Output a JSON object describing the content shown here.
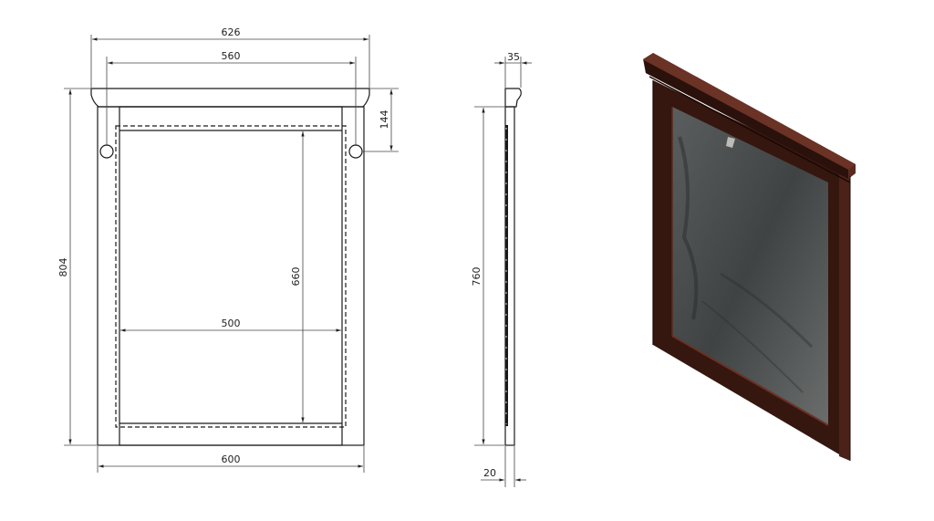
{
  "front_view": {
    "overall_width": "626",
    "hanger_spacing": "560",
    "overall_height": "804",
    "hanger_offset_from_top": "144",
    "glass_height": "660",
    "glass_width": "500",
    "frame_width": "600"
  },
  "side_view": {
    "top_depth": "35",
    "body_height": "760",
    "body_depth": "20"
  },
  "render_3d": {
    "description": "isometric view of wood-framed mirror",
    "frame_color": "#3a1a14",
    "frame_highlight": "#6b3226",
    "glass_color": "#4a4d4d"
  },
  "colors": {
    "line": "#1a1a1a",
    "dim_line": "#555555"
  }
}
